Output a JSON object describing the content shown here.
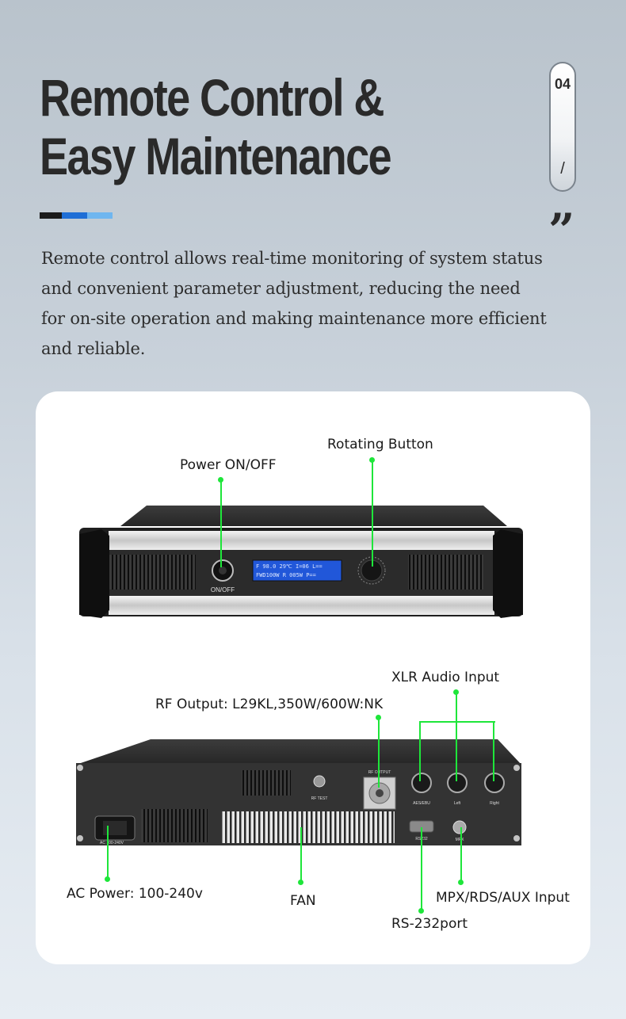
{
  "header": {
    "title_line1": "Remote Control &",
    "title_line2": "Easy Maintenance",
    "page_number": "04",
    "page_separator": "/",
    "quote_mark": "”",
    "accent_colors": [
      "#1b1b1b",
      "#1f6fd6",
      "#6fb6ef"
    ]
  },
  "description": "Remote control allows real-time monitoring of system status and convenient parameter adjustment, reducing the need for on-site operation and making maintenance more efficient and reliable.",
  "front_panel": {
    "labels": {
      "power": "Power ON/OFF",
      "rotating": "Rotating Button"
    },
    "switch_caption": "ON/OFF",
    "lcd_line1": "F 98.0 29℃ I=06 L==",
    "lcd_line2": "FWD100W R 005W P=="
  },
  "rear_panel": {
    "labels": {
      "rf_output": "RF Output: L29KL,350W/600W:NK",
      "xlr": "XLR Audio Input",
      "ac_power": "AC Power: 100-240v",
      "fan": "FAN",
      "mpx": "MPX/RDS/AUX Input",
      "rs232": "RS-232port"
    },
    "silk": {
      "rf_test": "RF TEST",
      "rf_output": "RF OUTPUT",
      "aes": "AES/EBU",
      "left": "Left",
      "right": "Right",
      "ac": "AC 100-240V",
      "rs232": "RS232",
      "mpx": "MPX"
    }
  },
  "colors": {
    "callout": "#1ee63a",
    "lcd": "#2157d9",
    "panel": "#2b2b2b"
  }
}
